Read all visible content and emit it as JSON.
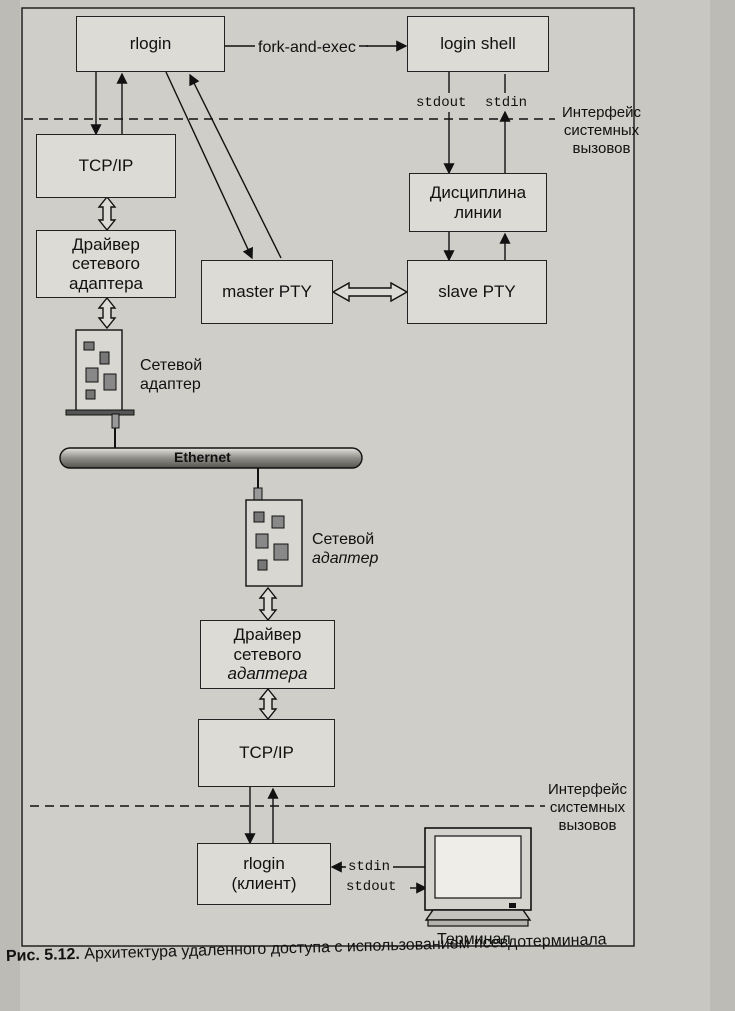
{
  "boxes": {
    "rlogin_server": "rlogin",
    "login_shell": "login shell",
    "tcpip_top": "TCP/IP",
    "driver_top": [
      "Драйвер",
      "сетевого",
      "адаптера"
    ],
    "line_discipline": [
      "Дисциплина",
      "линии"
    ],
    "master_pty": "master PTY",
    "slave_pty": "slave PTY",
    "driver_bottom": [
      "Драйвер",
      "сетевого",
      "адаптера"
    ],
    "tcpip_bottom": "TCP/IP",
    "rlogin_client": [
      "rlogin",
      "(клиент)"
    ]
  },
  "labels": {
    "fork_exec": "fork-and-exec",
    "stdout_top": "stdout",
    "stdin_top": "stdin",
    "syscall_top": [
      "Интерфейс",
      "системных",
      "вызовов"
    ],
    "syscall_bottom": [
      "Интерфейс",
      "системных",
      "вызовов"
    ],
    "adapter_top": [
      "Сетевой",
      "адаптер"
    ],
    "adapter_bottom": [
      "Сетевой",
      "адаптер"
    ],
    "ethernet": "Ethernet",
    "stdin_bottom": "stdin",
    "stdout_bottom": "stdout",
    "terminal": "Терминал"
  },
  "caption": {
    "number": "Рис. 5.12.",
    "text": "Архитектура удаленного доступа с использованием псевдотерминала"
  }
}
